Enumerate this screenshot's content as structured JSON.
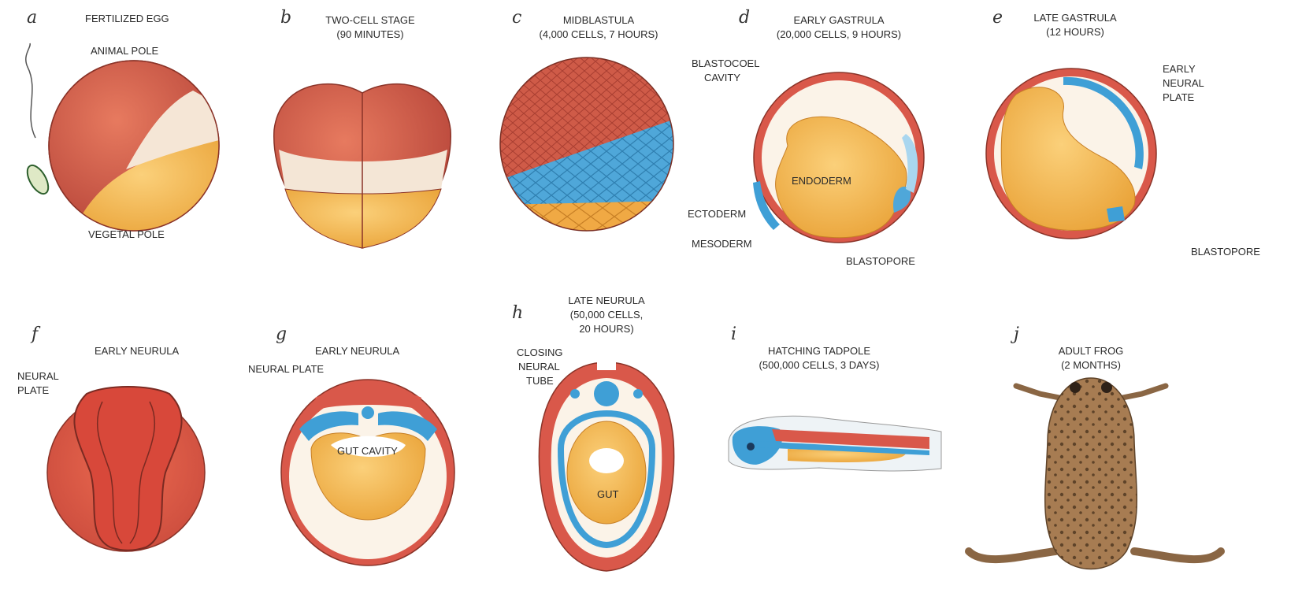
{
  "colors": {
    "ectoderm_red": "#d9584a",
    "endoderm_yellow": "#f4b84a",
    "mesoderm_blue": "#3f9fd6",
    "cavity_white": "#fbf3e8",
    "frog_brown": "#a57a52"
  },
  "panels": [
    {
      "letter": "a",
      "title": "FERTILIZED EGG",
      "labels": [
        "ANIMAL POLE",
        "VEGETAL POLE"
      ]
    },
    {
      "letter": "b",
      "title": "TWO-CELL STAGE",
      "subtitle": "(90 MINUTES)",
      "labels": []
    },
    {
      "letter": "c",
      "title": "MIDBLASTULA",
      "subtitle": "(4,000 CELLS, 7 HOURS)",
      "labels": []
    },
    {
      "letter": "d",
      "title": "EARLY GASTRULA",
      "subtitle": "(20,000 CELLS, 9 HOURS)",
      "labels": [
        "BLASTOCOEL",
        "CAVITY",
        "ENDODERM",
        "ECTODERM",
        "MESODERM",
        "BLASTOPORE"
      ]
    },
    {
      "letter": "e",
      "title": "LATE GASTRULA",
      "subtitle": "(12 HOURS)",
      "labels": [
        "EARLY",
        "NEURAL",
        "PLATE",
        "BLASTOPORE"
      ]
    },
    {
      "letter": "f",
      "title": "EARLY NEURULA",
      "labels": [
        "NEURAL",
        "PLATE"
      ]
    },
    {
      "letter": "g",
      "title": "EARLY NEURULA",
      "labels": [
        "NEURAL PLATE",
        "GUT CAVITY"
      ]
    },
    {
      "letter": "h",
      "title": "LATE NEURULA",
      "subtitle": "(50,000 CELLS,",
      "subtitle2": "20 HOURS)",
      "labels": [
        "CLOSING",
        "NEURAL",
        "TUBE",
        "GUT"
      ]
    },
    {
      "letter": "i",
      "title": "HATCHING TADPOLE",
      "subtitle": "(500,000 CELLS, 3 DAYS)",
      "labels": []
    },
    {
      "letter": "j",
      "title": "ADULT FROG",
      "subtitle": "(2 MONTHS)",
      "labels": []
    }
  ]
}
